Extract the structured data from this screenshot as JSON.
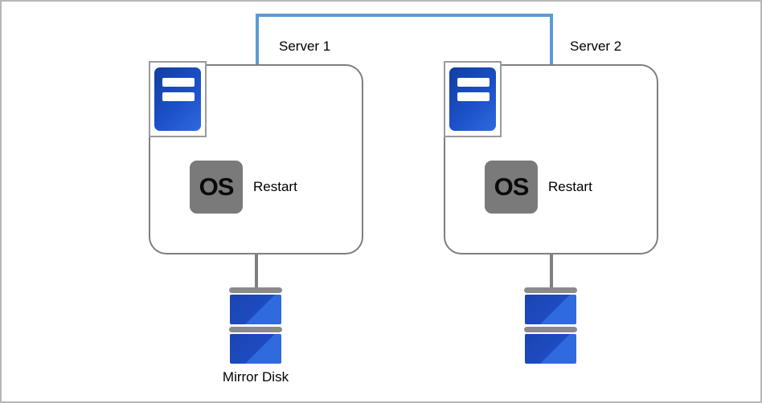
{
  "connector": {
    "description": "interconnect between servers",
    "color": "#5b9bd5"
  },
  "servers": [
    {
      "label": "Server 1",
      "os_label": "OS",
      "action_label": "Restart"
    },
    {
      "label": "Server 2",
      "os_label": "OS",
      "action_label": "Restart"
    }
  ],
  "disks": {
    "mirror_label": "Mirror Disk"
  },
  "colors": {
    "connector_blue": "#5b9bd5",
    "server_border_gray": "#7f7f7f",
    "icon_blue_dark": "#1c50c8",
    "icon_blue_light": "#2f6ade",
    "os_background_gray": "#7a7a7a",
    "disk_cap_gray": "#8a8a8a"
  }
}
